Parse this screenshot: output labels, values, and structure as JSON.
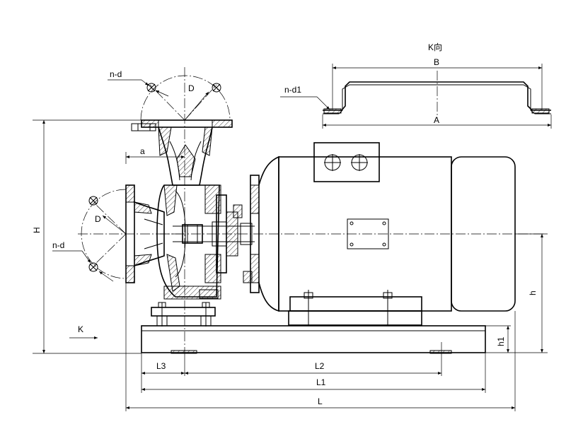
{
  "labels": {
    "view_k": "K向",
    "dim_B": "B",
    "dim_A": "A",
    "n_d1": "n-d1",
    "n_d_top": "n-d",
    "D_top": "D",
    "a": "a",
    "H": "H",
    "D_left": "D",
    "n_d_left": "n-d",
    "K_arrow": "K",
    "h": "h",
    "h1": "h1",
    "L3": "L3",
    "L2": "L2",
    "L1": "L1",
    "L": "L"
  }
}
